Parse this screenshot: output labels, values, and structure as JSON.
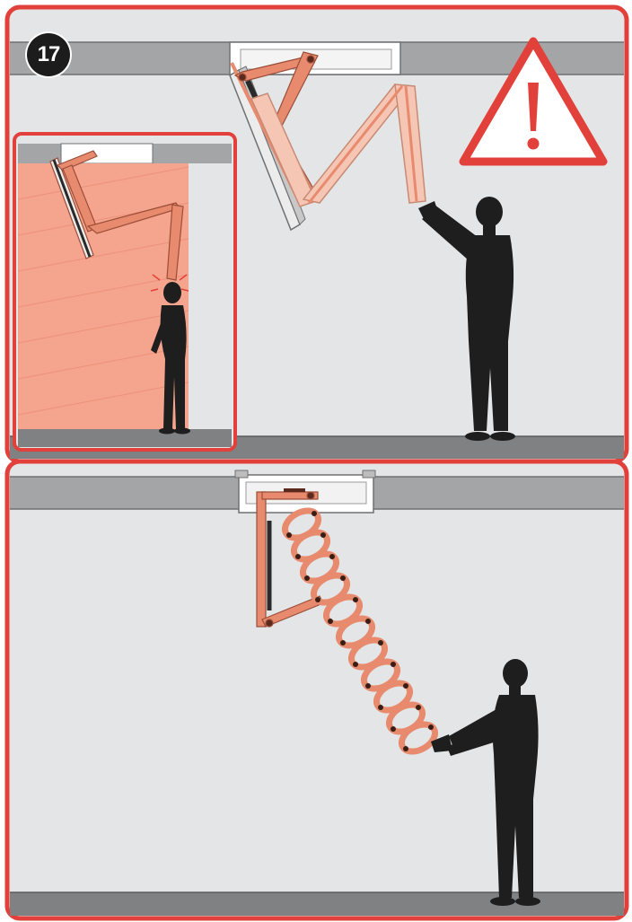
{
  "step": {
    "number": "17"
  },
  "colors": {
    "frame_red": "#e2403a",
    "wall": "#e4e5e7",
    "ceiling": "#a4a5a7",
    "floor": "#7f8183",
    "ladder": "#e88a6e",
    "ladder_light": "#f6c6b5",
    "inset_bg": "#f5a48d",
    "figure": "#1e1e1e"
  },
  "panels": [
    {
      "id": "top",
      "icon": "warning-triangle-icon",
      "inset": "wrong-position-inset"
    },
    {
      "id": "bottom",
      "icon": "none"
    }
  ]
}
